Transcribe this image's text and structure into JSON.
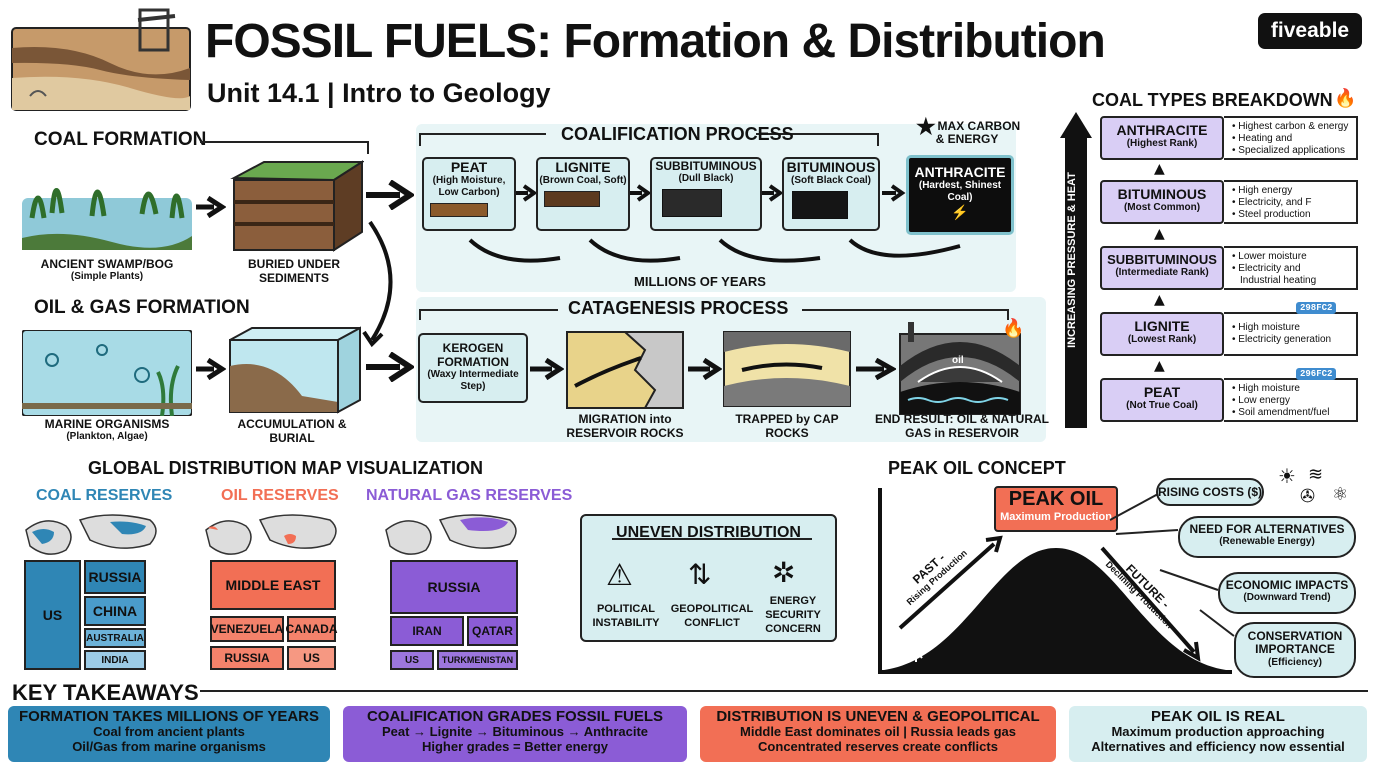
{
  "header": {
    "title": "FOSSIL FUELS: Formation & Distribution",
    "subtitle": "Unit 14.1 | Intro to Geology",
    "logo": "fiveable"
  },
  "coal_formation": {
    "heading": "COAL FORMATION",
    "swamp_caption": "ANCIENT SWAMP/BOG",
    "swamp_sub": "(Simple Plants)",
    "buried_caption": "BURIED UNDER SEDIMENTS"
  },
  "oil_gas_formation": {
    "heading": "OIL & GAS FORMATION",
    "marine_caption": "MARINE ORGANISMS",
    "marine_sub": "(Plankton, Algae)",
    "accum_caption": "ACCUMULATION & BURIAL"
  },
  "coalification": {
    "heading": "COALIFICATION PROCESS",
    "years_label": "MILLIONS OF YEARS",
    "max_label": "MAX CARBON & ENERGY",
    "stages": [
      {
        "name": "PEAT",
        "desc": "(High Moisture, Low Carbon)"
      },
      {
        "name": "LIGNITE",
        "desc": "(Brown Coal, Soft)"
      },
      {
        "name": "SUBBITUMINOUS",
        "desc": "(Dull Black)"
      },
      {
        "name": "BITUMINOUS",
        "desc": "(Soft Black Coal)"
      },
      {
        "name": "ANTHRACITE",
        "desc": "(Hardest, Shinest Coal)"
      }
    ]
  },
  "catagenesis": {
    "heading": "CATAGENESIS PROCESS",
    "kerogen_name": "KEROGEN FORMATION",
    "kerogen_desc": "(Waxy Intermediate Step)",
    "migration": "MIGRATION into RESERVOIR ROCKS",
    "trapped": "TRAPPED by CAP ROCKS",
    "end_result": "END RESULT: OIL & NATURAL GAS in RESERVOIR",
    "oil_label": "oil"
  },
  "coal_types": {
    "heading": "COAL TYPES BREAKDOWN",
    "axis_label": "INCREASING PRESSURE & HEAT",
    "types": [
      {
        "name": "ANTHRACITE",
        "rank": "(Highest Rank)",
        "bullets": [
          "• Highest carbon & energy",
          "• Heating and",
          "• Specialized applications"
        ]
      },
      {
        "name": "BITUMINOUS",
        "rank": "(Most Common)",
        "bullets": [
          "• High energy",
          "• Electricity, and F",
          "• Steel production"
        ]
      },
      {
        "name": "SUBBITUMINOUS",
        "rank": "(Intermediate Rank)",
        "bullets": [
          "• Lower moisture",
          "• Electricity and",
          "Industrial heating"
        ]
      },
      {
        "name": "LIGNITE",
        "rank": "(Lowest Rank)",
        "bullets": [
          "• High moisture",
          "• Electricity generation"
        ],
        "tag": "298FC2"
      },
      {
        "name": "PEAT",
        "rank": "(Not True Coal)",
        "bullets": [
          "• High moisture",
          "• Low energy",
          "• Soil amendment/fuel"
        ],
        "tag": "296FC2"
      }
    ]
  },
  "distribution": {
    "heading": "GLOBAL DISTRIBUTION MAP VISUALIZATION",
    "coal": {
      "label": "COAL RESERVES",
      "blocks": [
        "US",
        "RUSSIA",
        "CHINA",
        "AUSTRALIA",
        "INDIA"
      ]
    },
    "oil": {
      "label": "OIL RESERVES",
      "blocks": [
        "MIDDLE EAST",
        "VENEZUELA",
        "CANADA",
        "RUSSIA",
        "US"
      ]
    },
    "gas": {
      "label": "NATURAL GAS RESERVES",
      "blocks": [
        "RUSSIA",
        "IRAN",
        "QATAR",
        "US",
        "TURKMENISTAN"
      ]
    },
    "uneven": {
      "heading": "UNEVEN DISTRIBUTION",
      "items": [
        "POLITICAL INSTABILITY",
        "GEOPOLITICAL CONFLICT",
        "ENERGY SECURITY CONCERN"
      ]
    },
    "colors": {
      "coal": "#2f86b5",
      "oil": "#f26f55",
      "gas": "#8b5cd6"
    }
  },
  "peak_oil": {
    "heading": "PEAK OIL CONCEPT",
    "peak_label": "PEAK OIL",
    "peak_sub": "Maximum Production",
    "past": "PAST -",
    "past_sub": "Rising Production",
    "future": "FUTURE -",
    "future_sub": "Declining Production",
    "bubbles": [
      {
        "title": "RISING COSTS ($)",
        "sub": ""
      },
      {
        "title": "NEED FOR ALTERNATIVES",
        "sub": "(Renewable Energy)"
      },
      {
        "title": "ECONOMIC IMPACTS",
        "sub": "(Downward Trend)"
      },
      {
        "title": "CONSERVATION IMPORTANCE",
        "sub": "(Efficiency)"
      }
    ]
  },
  "takeaways": {
    "heading": "KEY TAKEAWAYS",
    "items": [
      {
        "title": "FORMATION TAKES MILLIONS OF YEARS",
        "l1": "Coal from ancient plants",
        "l2": "Oil/Gas from marine organisms",
        "color": "#2f86b5"
      },
      {
        "title": "COALIFICATION GRADES FOSSIL FUELS",
        "l1": "Peat → Lignite → Bituminous → Anthracite",
        "l2": "Higher grades = Better energy",
        "color": "#8b5cd6"
      },
      {
        "title": "DISTRIBUTION IS UNEVEN & GEOPOLITICAL",
        "l1": "Middle East dominates oil | Russia leads gas",
        "l2": "Concentrated reserves create conflicts",
        "color": "#f26f55"
      },
      {
        "title": "PEAK OIL IS REAL",
        "l1": "Maximum production approaching",
        "l2": "Alternatives and efficiency now essential",
        "color": "#d7eef0"
      }
    ]
  }
}
